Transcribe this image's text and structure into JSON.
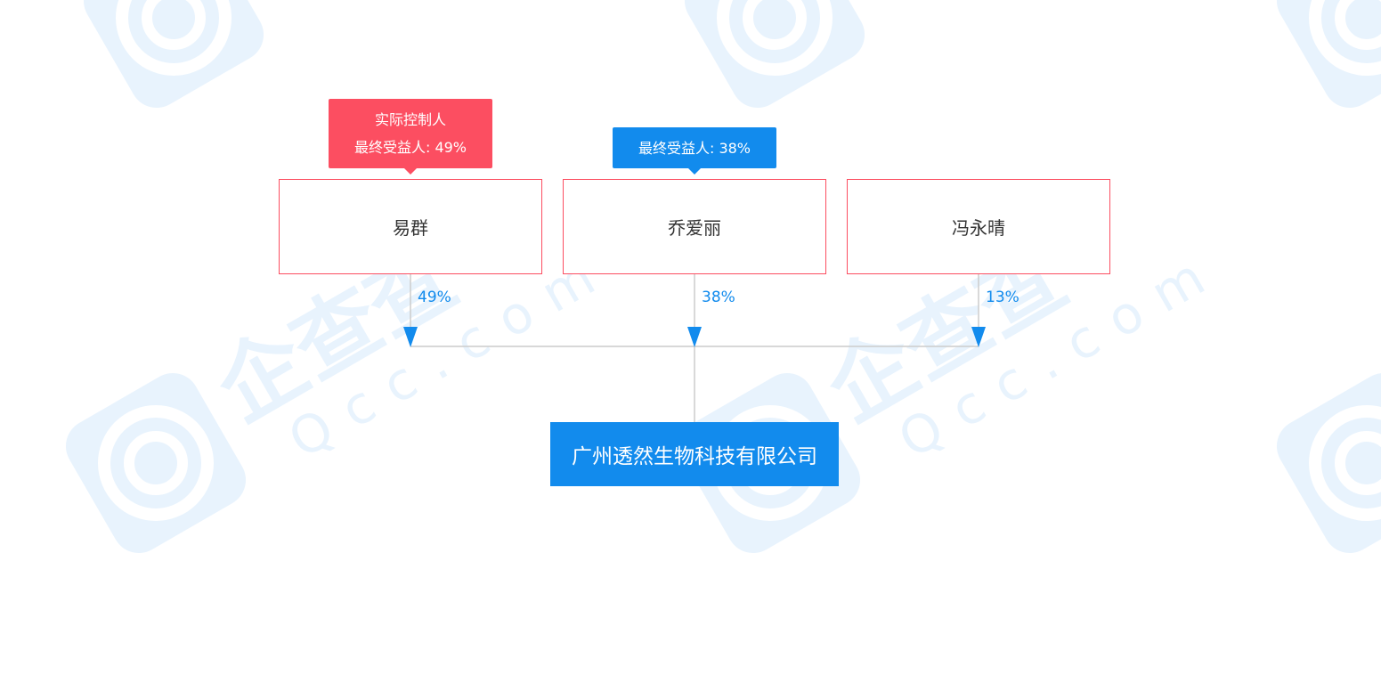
{
  "shareholders": [
    {
      "name": "易群",
      "percent": "49%",
      "tag_lines": [
        "实际控制人",
        "最终受益人: 49%"
      ],
      "tag_color": "red"
    },
    {
      "name": "乔爱丽",
      "percent": "38%",
      "tag_lines": [
        "最终受益人: 38%"
      ],
      "tag_color": "blue"
    },
    {
      "name": "冯永晴",
      "percent": "13%",
      "tag_lines": [],
      "tag_color": ""
    }
  ],
  "company": {
    "name": "广州透然生物科技有限公司"
  },
  "watermark": {
    "brand": "企查查",
    "domain": "Qcc.com"
  },
  "colors": {
    "red": "#fc4e61",
    "blue": "#128bed",
    "line": "#cccccc",
    "text": "#333333",
    "watermark": "#e8f3fd"
  }
}
